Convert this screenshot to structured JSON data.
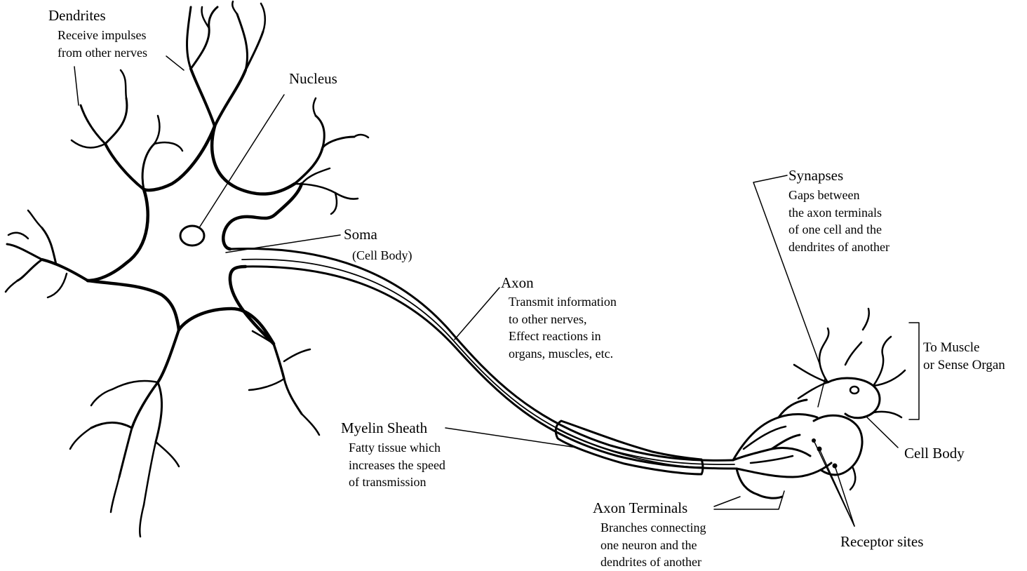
{
  "labels": {
    "dendrites": {
      "title": "Dendrites",
      "lines": [
        "Receive impulses",
        "from other nerves"
      ]
    },
    "nucleus": {
      "title": "Nucleus"
    },
    "soma": {
      "title": "Soma",
      "subtitle": "(Cell Body)"
    },
    "axon": {
      "title": "Axon",
      "lines": [
        "Transmit information",
        "to other nerves,",
        "Effect reactions in",
        "organs, muscles, etc."
      ]
    },
    "synapses": {
      "title": "Synapses",
      "lines": [
        "Gaps between",
        "the axon terminals",
        "of one cell and the",
        "dendrites  of another"
      ]
    },
    "to_muscle": {
      "lines": [
        "To Muscle",
        "or Sense Organ"
      ]
    },
    "cell_body": {
      "title": "Cell Body"
    },
    "myelin": {
      "title": "Myelin Sheath",
      "lines": [
        "Fatty tissue which",
        "increases the speed",
        "of transmission"
      ]
    },
    "axon_terminals": {
      "title": "Axon Terminals",
      "lines": [
        "Branches  connecting",
        "one neuron and the",
        "dendrites of another"
      ]
    },
    "receptor_sites": {
      "title": "Receptor sites"
    }
  }
}
